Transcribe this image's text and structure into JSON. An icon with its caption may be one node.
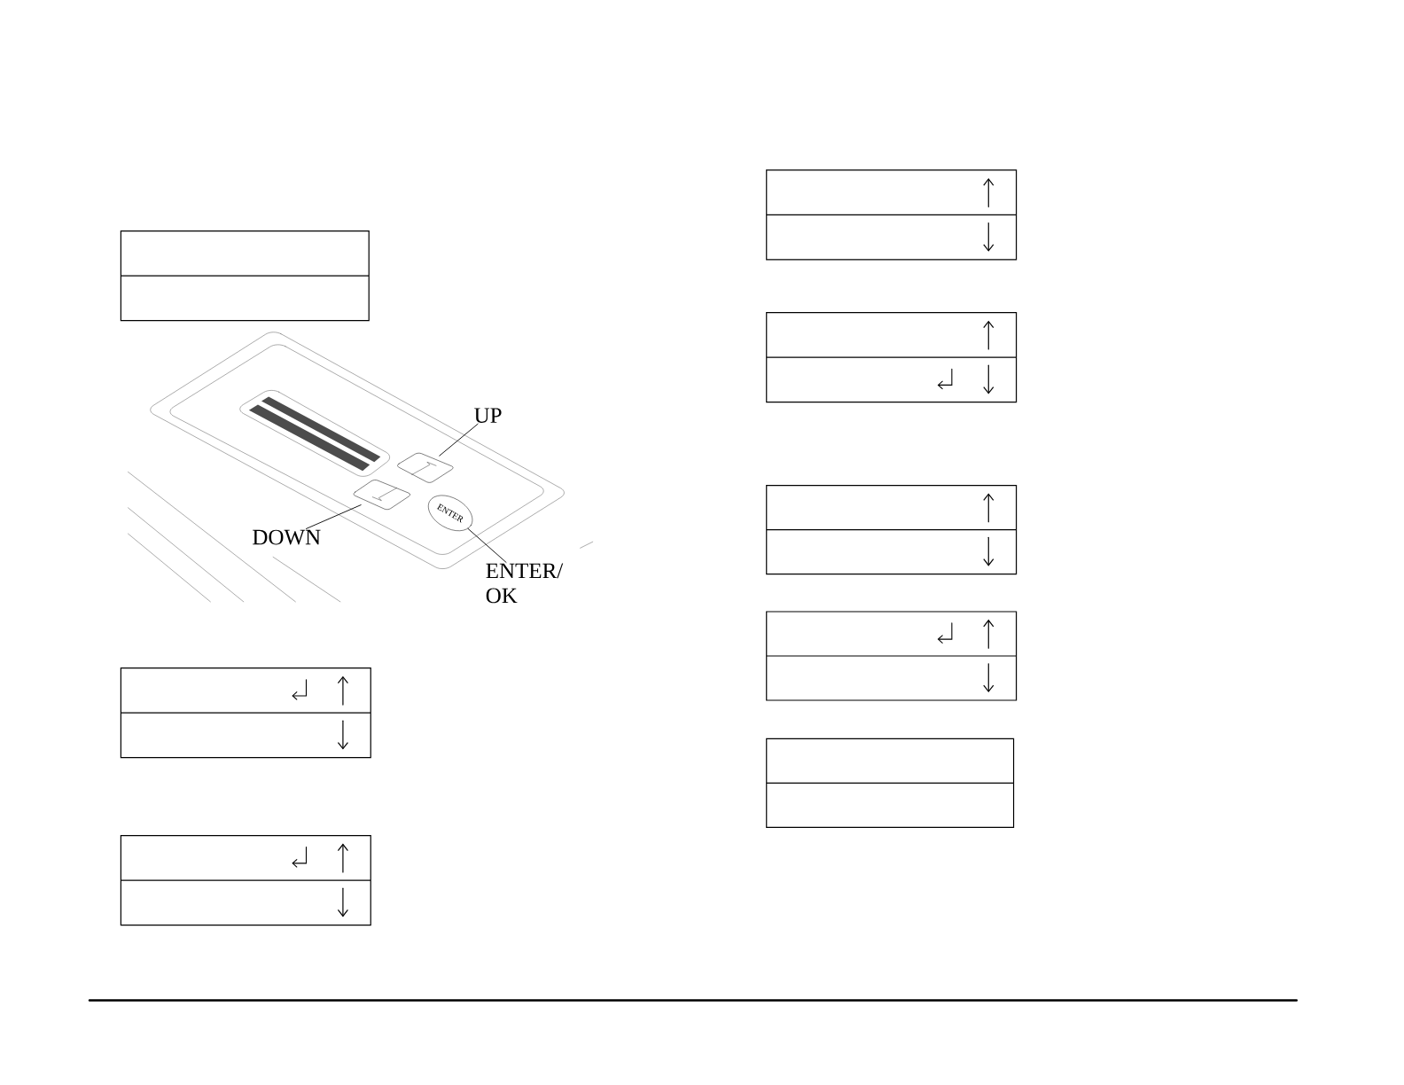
{
  "diagram": {
    "nodes": [
      {
        "text": [
          "UP"
        ]
      },
      {
        "text": [
          "DOWN"
        ]
      },
      {
        "text": [
          "ENTER/ OK"
        ]
      },
      {
        "text": [],
        "shape": "box"
      },
      {
        "text": [],
        "shape": "box"
      },
      {
        "text": [
          "ENTER"
        ]
      }
    ],
    "edges": [
      {
        "from": 0,
        "to": 3,
        "arrow": "none"
      },
      {
        "from": 1,
        "to": 4,
        "arrow": "none"
      },
      {
        "from": 2,
        "to": 5,
        "arrow": "none"
      }
    ]
  }
}
